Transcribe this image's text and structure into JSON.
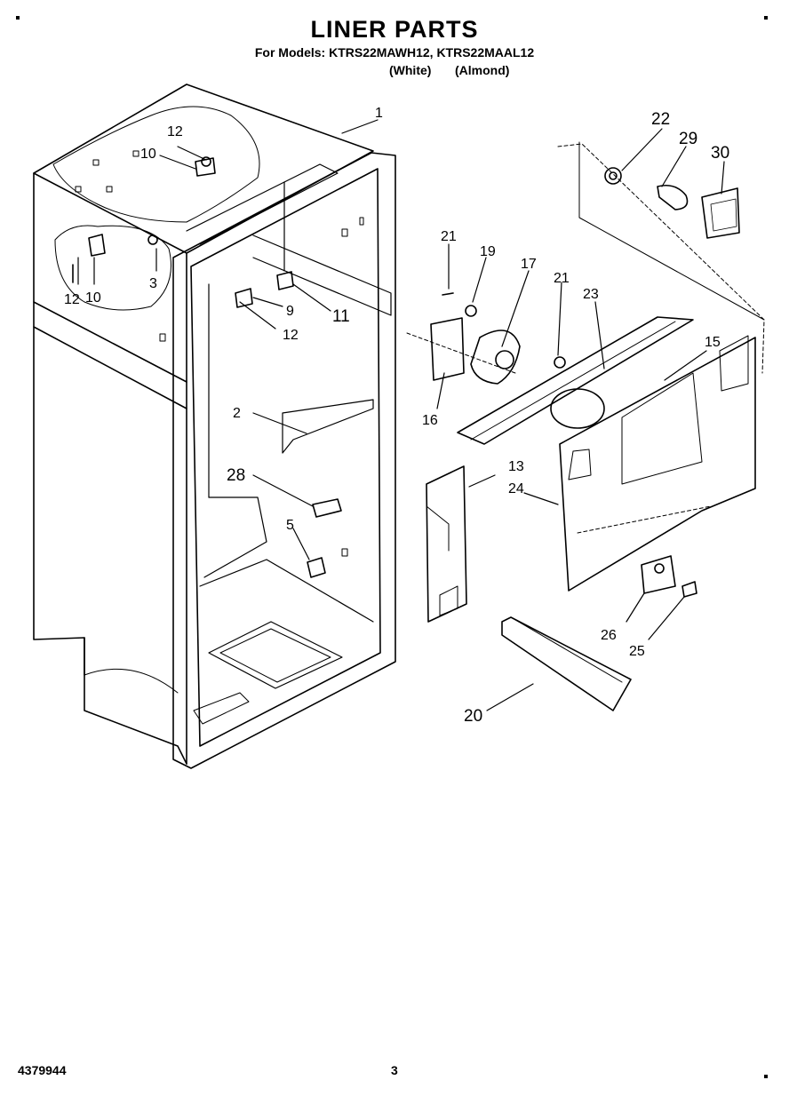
{
  "header": {
    "title": "LINER PARTS",
    "models_line": "For Models: KTRS22MAWH12, KTRS22MAAL12",
    "color_white": "(White)",
    "color_almond": "(Almond)"
  },
  "footer": {
    "document_number": "4379944",
    "page_number": "3"
  },
  "callouts": {
    "p1": "1",
    "p2": "2",
    "p3": "3",
    "p5": "5",
    "p9": "9",
    "p10a": "10",
    "p10b": "10",
    "p11": "11",
    "p12a": "12",
    "p12b": "12",
    "p12c": "12",
    "p13": "13",
    "p15": "15",
    "p16": "16",
    "p17": "17",
    "p19": "19",
    "p20": "20",
    "p21a": "21",
    "p21b": "21",
    "p22": "22",
    "p23": "23",
    "p24": "24",
    "p25": "25",
    "p26": "26",
    "p28": "28",
    "p29": "29",
    "p30": "30"
  }
}
